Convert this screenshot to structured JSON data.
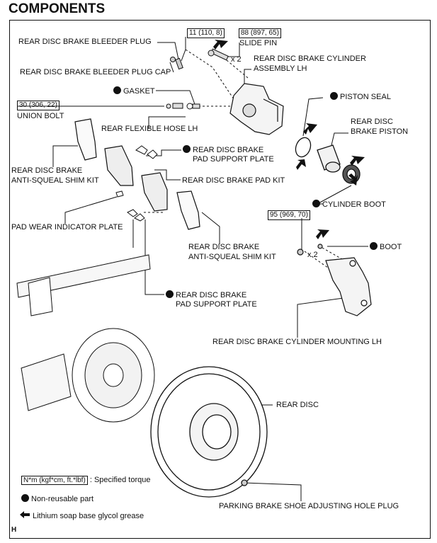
{
  "title": "COMPONENTS",
  "torque": {
    "bleeder": "11 (110, 8)",
    "slide_pin": "88 (897, 65)",
    "union_bolt": "30 (306, 22)",
    "mounting": "95 (969, 70)"
  },
  "multipliers": {
    "slide_pin": "x 2",
    "mounting": "x 2"
  },
  "labels": {
    "bleeder_plug": "REAR DISC BRAKE BLEEDER PLUG",
    "slide_pin": "SLIDE PIN",
    "bleeder_cap": "REAR DISC BRAKE BLEEDER PLUG CAP",
    "cylinder_assy_1": "REAR DISC BRAKE CYLINDER",
    "cylinder_assy_2": "ASSEMBLY LH",
    "gasket": "GASKET",
    "piston_seal": "PISTON SEAL",
    "union_bolt": "UNION BOLT",
    "flexible_hose": "REAR FLEXIBLE HOSE LH",
    "piston_1": "REAR DISC",
    "piston_2": "BRAKE PISTON",
    "support_plate_top_1": "REAR DISC BRAKE",
    "support_plate_top_2": "PAD SUPPORT PLATE",
    "shim_kit_left_1": "REAR DISC BRAKE",
    "shim_kit_left_2": "ANTI-SQUEAL SHIM KIT",
    "pad_kit": "REAR DISC BRAKE PAD KIT",
    "cylinder_boot": "CYLINDER BOOT",
    "wear_plate": "PAD WEAR INDICATOR PLATE",
    "boot": "BOOT",
    "shim_kit_right_1": "REAR DISC BRAKE",
    "shim_kit_right_2": "ANTI-SQUEAL SHIM KIT",
    "support_plate_low_1": "REAR DISC BRAKE",
    "support_plate_low_2": "PAD SUPPORT PLATE",
    "mounting": "REAR DISC BRAKE CYLINDER MOUNTING LH",
    "rear_disc": "REAR DISC",
    "hole_plug": "PARKING BRAKE SHOE ADJUSTING HOLE PLUG"
  },
  "legend": {
    "torque_box": "N*m (kgf*cm, ft.*lbf)",
    "torque_text": ": Specified torque",
    "non_reusable": "Non-reusable part",
    "grease": "Lithium soap base glycol grease"
  },
  "footer_mark": "H",
  "icons": [
    "non-reusable-dot-icon",
    "grease-arrow-icon"
  ]
}
